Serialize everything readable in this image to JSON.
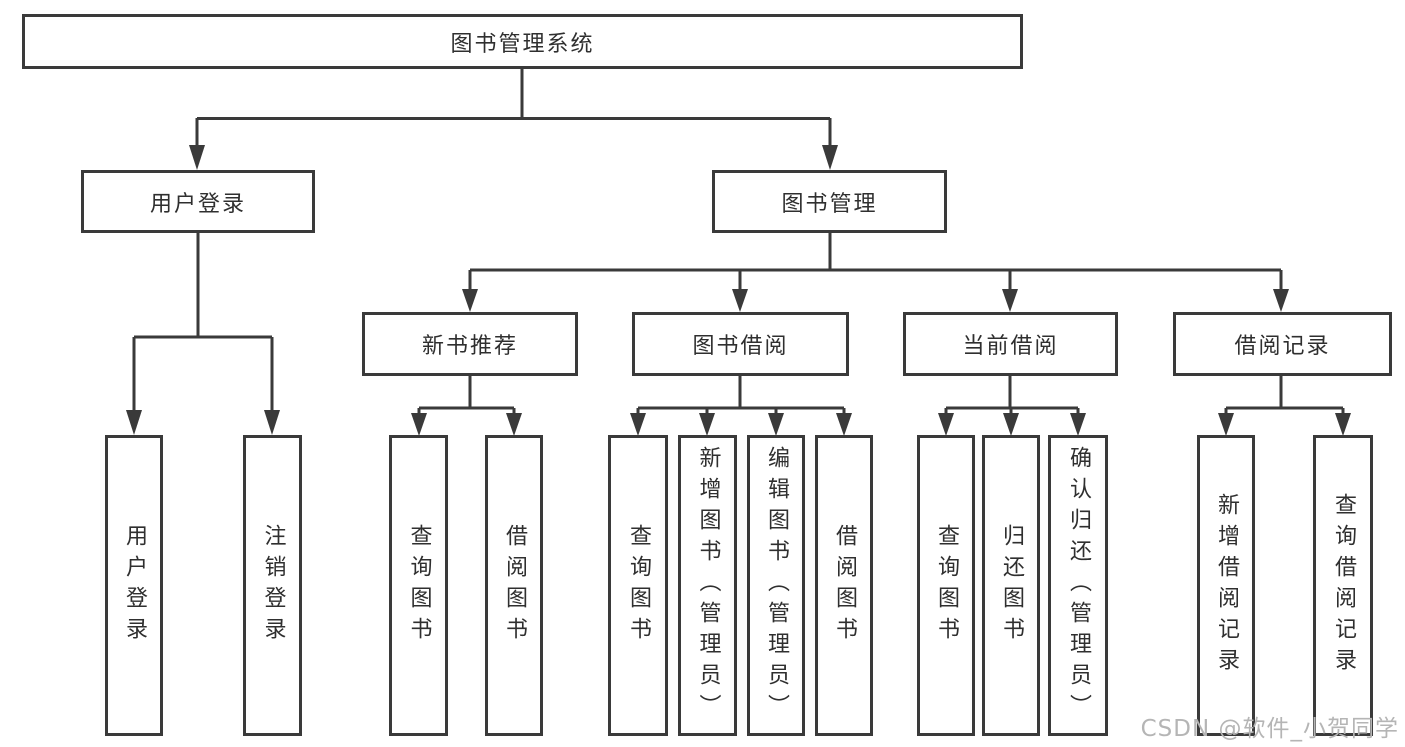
{
  "diagram_title": "图书管理系统",
  "nodes": {
    "root": "图书管理系统",
    "user_login": "用户登录",
    "book_mgmt": "图书管理",
    "new_book_rec": "新书推荐",
    "book_borrow": "图书借阅",
    "current_borrow": "当前借阅",
    "borrow_records": "借阅记录",
    "leaf_user_login": "用户登录",
    "leaf_logout": "注销登录",
    "leaf_nb_query": "查询图书",
    "leaf_nb_borrow": "借阅图书",
    "leaf_bb_query": "查询图书",
    "leaf_bb_add": "新增图书（管理员）",
    "leaf_bb_edit": "编辑图书（管理员）",
    "leaf_bb_borrow": "借阅图书",
    "leaf_cb_query": "查询图书",
    "leaf_cb_return": "归还图书",
    "leaf_cb_confirm": "确认归还（管理员）",
    "leaf_br_add": "新增借阅记录",
    "leaf_br_query": "查询借阅记录"
  },
  "watermark": "CSDN @软件_小贺同学",
  "colors": {
    "line": "#3a3a3a",
    "box_border": "#3a3a3a",
    "text": "#2f2f2f",
    "watermark": "#b5b5b5",
    "background": "#ffffff"
  }
}
